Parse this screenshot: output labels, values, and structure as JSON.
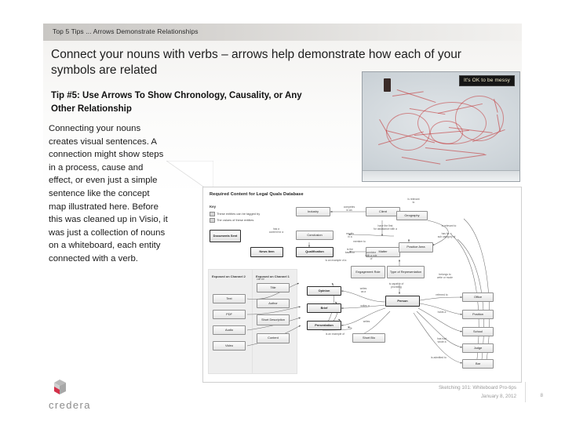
{
  "slide": {
    "header_band_text": "Top 5 Tips ... Arrows Demonstrate Relationships",
    "title": "Connect your nouns with verbs – arrows help demonstrate how each of your symbols are related",
    "tip_heading": "Tip #5: Use Arrows To Show Chronology, Causality, or Any Other Relationship",
    "body_copy": "Connecting your nouns creates visual sentences. A connection might show steps in a process, cause and effect, or even just a simple sentence like the concept map illustrated here. Before this was cleaned up in Visio, it was just a collection of nouns on a whiteboard, each entity connected with a verb."
  },
  "photo": {
    "caption": "It's OK to be messy",
    "alt_label": "whiteboard-photo"
  },
  "diagram": {
    "title": "Required Content for Legal Quals Database",
    "key_title": "Key",
    "key_items": [
      "These entities can be tagged by",
      "The values of these entities"
    ],
    "group_labels": [
      "Exposed on Channel 2",
      "Exposed on Channel 1"
    ],
    "nodes": [
      "Documents Sent",
      "Industry",
      "Client",
      "Geography",
      "Conclusion",
      "News Item",
      "Qualification",
      "Matter",
      "Practice Area",
      "Engagement Role",
      "Type of Representation",
      "Title",
      "Author",
      "Short Description",
      "Content",
      "Text",
      "PDF",
      "Audio",
      "Video",
      "Opinion",
      "Brief",
      "Presentation",
      "Person",
      "Short Bio",
      "Office",
      "Position",
      "School",
      "Judge",
      "Bar"
    ],
    "edge_labels": [
      "competes\nin an",
      "has a\ncontent for a",
      "results\nin a",
      "is the\nbasis for",
      "have the first\nfor assistance with a",
      "is relevant\nto",
      "is relevant to",
      "has for a\nsub category of",
      "member to",
      "is an example of a",
      "combine\nwith a role\nof",
      "is capable of\nproviding",
      "belongs to\nwrite or mode",
      "writes\nas a",
      "writes a",
      "writes",
      "referred to",
      "holds a",
      "has had\nwrote a",
      "is admitted to",
      "is an example of",
      "can be",
      "Title"
    ]
  },
  "footer": {
    "logo_text": "credera",
    "deck_title": "Sketching 101: Whiteboard Pro-tips",
    "date": "January 8, 2012",
    "page_number": "8"
  },
  "colors": {
    "header_band": "#c9c7c4",
    "panel_bg": "#f4f3f1",
    "logo_gray": "#8c8c8c",
    "logo_red": "#d4314a",
    "footer_gray": "#9a9a9a",
    "caption_bg": "#161616"
  }
}
